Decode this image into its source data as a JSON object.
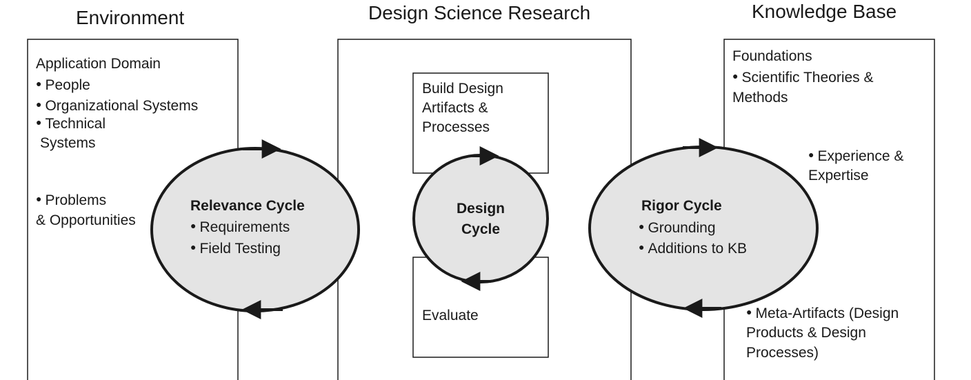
{
  "headers": {
    "environment": "Environment",
    "design_science": "Design Science Research",
    "knowledge_base": "Knowledge Base"
  },
  "environment": {
    "section_title": "Application Domain",
    "items": [
      "People",
      "Organizational Systems",
      "Technical",
      "Systems",
      "Problems",
      "& Opportunities"
    ]
  },
  "relevance_cycle": {
    "title": "Relevance Cycle",
    "items": [
      "Requirements",
      "Field Testing"
    ]
  },
  "design": {
    "build_box": [
      "Build Design",
      "Artifacts &",
      "Processes"
    ],
    "evaluate_box": "Evaluate",
    "cycle_title": [
      "Design",
      "Cycle"
    ]
  },
  "rigor_cycle": {
    "title": "Rigor Cycle",
    "items": [
      "Grounding",
      "Additions to KB"
    ]
  },
  "knowledge": {
    "section_title": "Foundations",
    "theories": [
      "Scientific Theories &",
      "Methods"
    ],
    "experience": [
      "Experience &",
      "Expertise"
    ],
    "meta": [
      "Meta-Artifacts (Design",
      "Products & Design",
      "Processes)"
    ]
  },
  "colors": {
    "ellipse_fill": "#e4e4e4",
    "stroke": "#1a1a1a"
  }
}
